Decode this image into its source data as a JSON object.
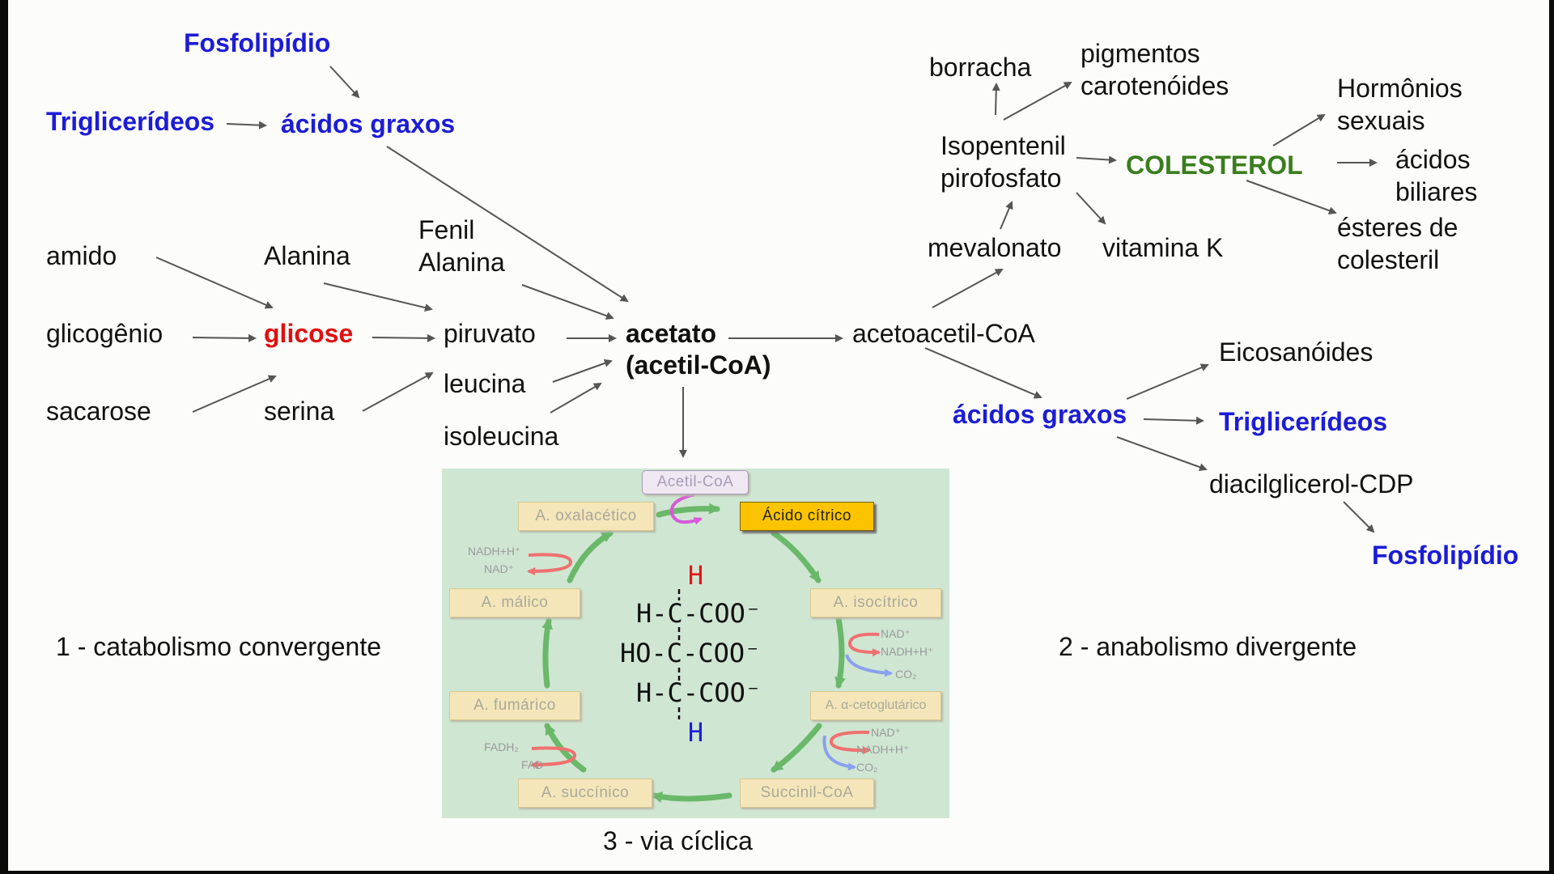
{
  "colors": {
    "blue": "#1c1cd6",
    "red": "#e01010",
    "green": "#3a7d1e",
    "arrow": "#555555",
    "cycle_arrow": "#6ab86a",
    "panel": "#cfe6d2",
    "active_box": "#fcc400"
  },
  "catabolism": {
    "fosfolipidio": "Fosfolipídio",
    "trigliceridios": "Triglicerídeos",
    "acidos_graxos": "ácidos graxos",
    "amido": "amido",
    "glicogenio": "glicogênio",
    "sacarose": "sacarose",
    "glicose": "glicose",
    "alanina": "Alanina",
    "serina": "serina",
    "fenil_alanina": "Fenil\nAlanina",
    "piruvato": "piruvato",
    "leucina": "leucina",
    "isoleucina": "isoleucina",
    "acetato": "acetato",
    "acetil_coa": "(acetil-CoA)"
  },
  "anabolism": {
    "acetoacetil": "acetoacetil-CoA",
    "mevalonato": "mevalonato",
    "isopentenil": "Isopentenil\npirofosfato",
    "borracha": "borracha",
    "pigmentos": "pigmentos\ncarotenóides",
    "vitamina_k": "vitamina K",
    "colesterol": "COLESTEROL",
    "hormonios": "Hormônios\nsexuais",
    "acidos_biliares": "ácidos\nbiliares",
    "esteres": "ésteres de\ncolesteril",
    "acidos_graxos": "ácidos graxos",
    "eicosanoides": "Eicosanóides",
    "trigliceridios": "Triglicerídeos",
    "diacilglicerol": "diacilglicerol-CDP",
    "fosfolipidio": "Fosfolipídio"
  },
  "section_labels": {
    "catabolism": "1 - catabolismo convergente",
    "anabolism": "2 - anabolismo divergente",
    "cycle": "3 - via cíclica"
  },
  "cycle": {
    "acetil_coa": "Acetil-CoA",
    "acido_citrico": "Ácido cítrico",
    "isocitrico": "A. isocítrico",
    "cetoglutarico": "A. α-cetoglutárico",
    "succinil": "Succinil-CoA",
    "succinico": "A. succínico",
    "fumarico": "A. fumárico",
    "malico": "A. málico",
    "oxalacetico": "A. oxalacético",
    "cof_malico_top": "NADH+H⁺",
    "cof_malico_bottom": "NAD⁺",
    "cof_iso_1": "NAD⁺",
    "cof_iso_2": "NADH+H⁺",
    "cof_iso_3": "CO₂",
    "cof_ceto_1": "NAD⁺",
    "cof_ceto_2": "NADH+H⁺",
    "cof_ceto_3": "CO₂",
    "cof_succ_top": "FADH₂",
    "cof_succ_bottom": "FAD",
    "formula": {
      "row1": "H",
      "row2": "H-C-COO⁻",
      "row3": "HO-C-COO⁻",
      "row4": "H-C-COO⁻",
      "row5": "H"
    }
  }
}
